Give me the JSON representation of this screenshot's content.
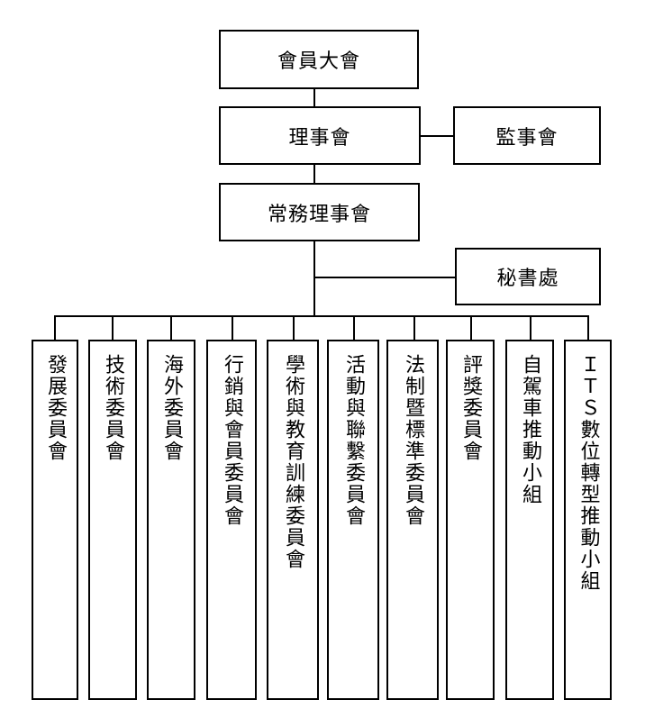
{
  "top_nodes": {
    "general_assembly": "會員大會",
    "board_of_directors": "理事會",
    "supervisors": "監事會",
    "standing_directors": "常務理事會",
    "secretariat": "秘書處"
  },
  "committees": [
    "發展委員會",
    "技術委員會",
    "海外委員會",
    "行銷與會員委員會",
    "學術與教育訓練委員會",
    "活動與聯繫委員會",
    "法制暨標準委員會",
    "評獎委員會",
    "自駕車推動小組",
    "ＩＴＳ數位轉型推動小組"
  ]
}
